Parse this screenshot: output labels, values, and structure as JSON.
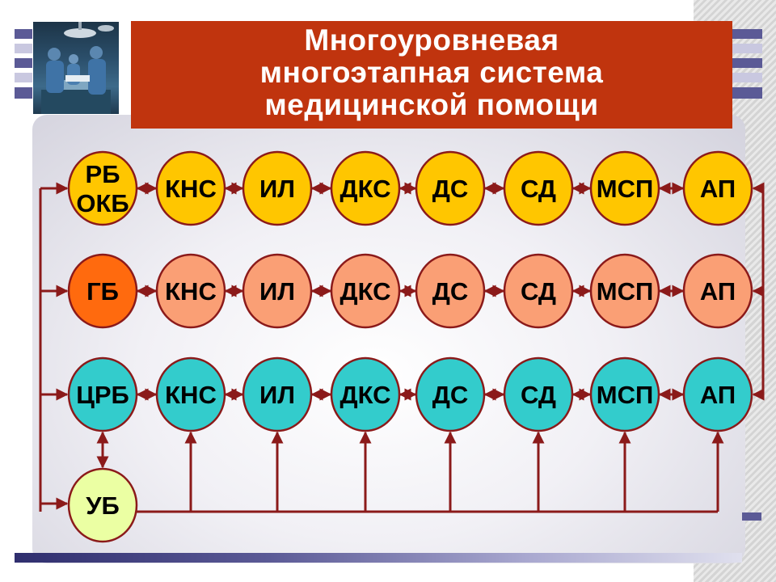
{
  "title": {
    "lines": [
      "Многоуровневая",
      "многоэтапная система",
      "медицинской помощи"
    ]
  },
  "colors": {
    "title_bg": "#c0340e",
    "row1_fill": "#ffc600",
    "row2_fill": "#fa9f75",
    "row2_head_fill": "#ff6a0e",
    "row3_fill": "#33cccc",
    "ub_fill": "#ebffa3",
    "stroke": "#8b1a1a",
    "connector": "#8b1a1a",
    "accent_stripe": "#5b5a96"
  },
  "diagram": {
    "rows": [
      {
        "fill_key": "row1_fill",
        "nodes": [
          "РБ ОКБ",
          "КНС",
          "ИЛ",
          "ДКС",
          "ДС",
          "СД",
          "МСП",
          "АП"
        ]
      },
      {
        "fill_key": "row2_fill",
        "head_fill_key": "row2_head_fill",
        "nodes": [
          "ГБ",
          "КНС",
          "ИЛ",
          "ДКС",
          "ДС",
          "СД",
          "МСП",
          "АП"
        ]
      },
      {
        "fill_key": "row3_fill",
        "nodes": [
          "ЦРБ",
          "КНС",
          "ИЛ",
          "ДКС",
          "ДС",
          "СД",
          "МСП",
          "АП"
        ]
      }
    ],
    "bottom_node": "УБ"
  }
}
